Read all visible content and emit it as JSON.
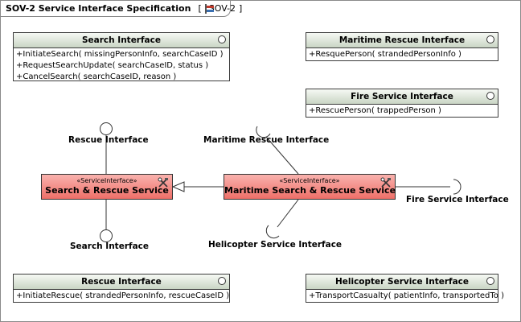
{
  "frame": {
    "title": "SOV-2 Service Interface Specification",
    "open_bracket": "[",
    "tag": "SOV-2",
    "close_bracket": "]"
  },
  "interfaces": {
    "search": {
      "name": "Search Interface",
      "operations": [
        "+InitiateSearch( missingPersonInfo, searchCaseID )",
        "+RequestSearchUpdate( searchCaseID, status )",
        "+CancelSearch( searchCaseID, reason )"
      ]
    },
    "maritime_rescue": {
      "name": "Maritime Rescue Interface",
      "operations": [
        "+ResquePerson( strandedPersonInfo )"
      ]
    },
    "fire_service": {
      "name": "Fire Service Interface",
      "operations": [
        "+RescuePerson( trappedPerson )"
      ]
    },
    "rescue": {
      "name": "Rescue Interface",
      "operations": [
        "+InitiateRescue( strandedPersonInfo, rescueCaseID )"
      ]
    },
    "helicopter_service": {
      "name": "Helicopter Service Interface",
      "operations": [
        "+TransportCasualty( patientInfo, transportedTo )"
      ]
    }
  },
  "services": {
    "search_rescue": {
      "stereotype": "«ServiceInterface»",
      "name": "Search & Rescue Service"
    },
    "maritime_search_rescue": {
      "stereotype": "«ServiceInterface»",
      "name": "Maritime Search & Rescue Service"
    }
  },
  "port_labels": {
    "rescue_provided": "Rescue Interface",
    "search_provided": "Search Interface",
    "maritime_required": "Maritime Rescue Interface",
    "fire_required": "Fire Service Interface",
    "helicopter_required": "Helicopter Service Interface"
  }
}
